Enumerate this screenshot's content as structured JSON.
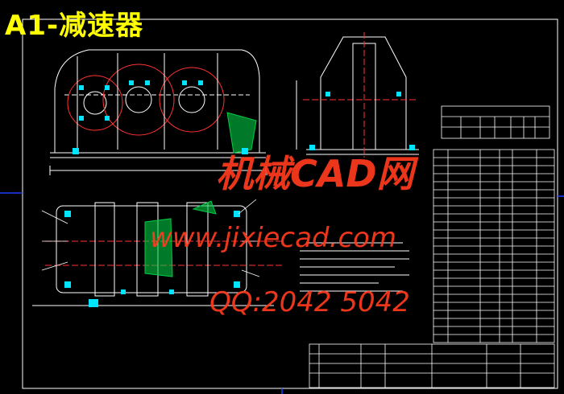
{
  "title": "A1-减速器",
  "watermarks": {
    "brand": "机械CAD网",
    "url": "www.jixiecad.com",
    "qq": "QQ:2042 5042"
  },
  "colors": {
    "background": "#000000",
    "title": "#ffff00",
    "watermark": "#ff3b1f",
    "linework": "#ffffff",
    "frame": "#1e3cff",
    "section_fill": "#00cc44",
    "bolts": "#00e5ff"
  }
}
